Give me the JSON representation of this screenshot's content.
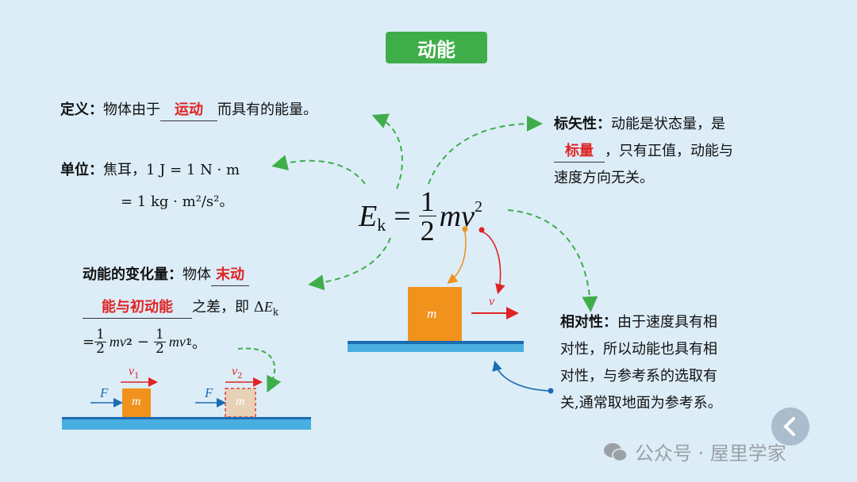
{
  "title": "动能",
  "definition": {
    "label": "定义：",
    "pre": "物体由于",
    "blank": "运动",
    "post": "而具有的能量。"
  },
  "unit": {
    "label": "单位：",
    "line1": "焦耳，1 J = 1 N · m",
    "line2": "= 1 kg · m²/s²。"
  },
  "change": {
    "label": "动能的变化量：",
    "pre": "物体",
    "blank1": "末动",
    "blank2": "能与初动能",
    "post": "之差，即",
    "delta": "Δ",
    "ek": "E",
    "ek_sub": "k",
    "eq_prefix": "=",
    "one": "1",
    "two": "2",
    "m": "m",
    "v2": "v",
    "v2_sub": "2",
    "sq": "2",
    "minus": "−",
    "v1": "v",
    "v1_sub": "1",
    "period": "。"
  },
  "formula": {
    "E": "E",
    "sub": "k",
    "eq": "=",
    "num": "1",
    "den": "2",
    "mv": "mv",
    "sup": "2"
  },
  "scalar": {
    "label": "标矢性：",
    "line1": "动能是状态量，是",
    "blank": "标量",
    "line2": "，只有正值，动能与",
    "line3": "速度方向无关。"
  },
  "relative": {
    "label": "相对性：",
    "line1": "由于速度具有相",
    "line2": "对性，所以动能也具有相",
    "line3": "对性，与参考系的选取有",
    "line4": "关,通常取地面为参考系。"
  },
  "diagram_small": {
    "F1": "F",
    "F2": "F",
    "m1": "m",
    "m2": "m",
    "v1": "v",
    "v1_sub": "1",
    "v2": "v",
    "v2_sub": "2"
  },
  "diagram_center": {
    "m": "m",
    "v": "v"
  },
  "watermark": "公众号 · 屋里学家",
  "colors": {
    "green": "#3fae4a",
    "red": "#e02323",
    "orange": "#f0921c",
    "ground": "#4aaee0",
    "ground_dark": "#1b6cb0"
  }
}
